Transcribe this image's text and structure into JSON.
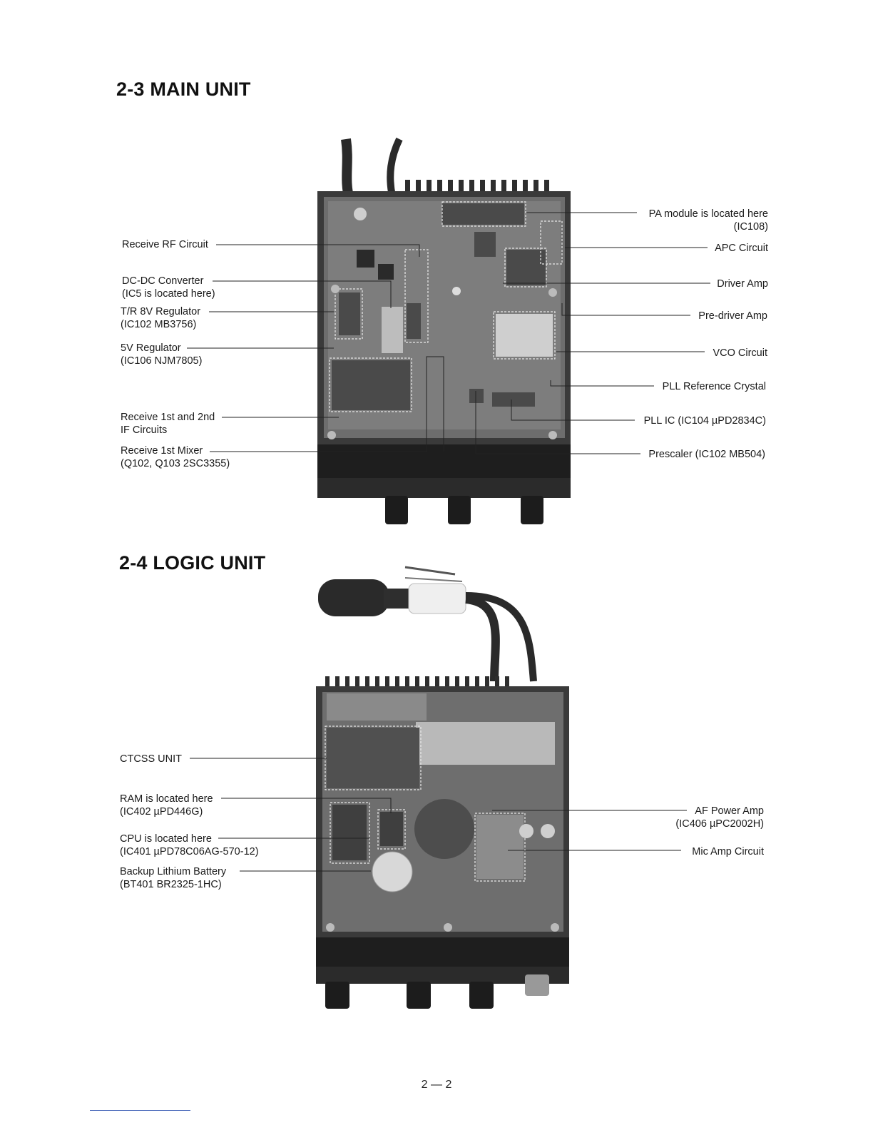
{
  "sections": [
    {
      "heading": "2-3 MAIN UNIT",
      "labels_left": [
        {
          "line1": "Receive RF Circuit",
          "line2": ""
        },
        {
          "line1": "DC-DC Converter",
          "line2": "(IC5 is located here)"
        },
        {
          "line1": "T/R 8V Regulator",
          "line2": "(IC102 MB3756)"
        },
        {
          "line1": "5V Regulator",
          "line2": "(IC106 NJM7805)"
        },
        {
          "line1": "Receive 1st and 2nd",
          "line2": "IF Circuits"
        },
        {
          "line1": "Receive 1st Mixer",
          "line2": "(Q102, Q103 2SC3355)"
        }
      ],
      "labels_right": [
        {
          "line1": "PA module is located here",
          "line2": "(IC108)"
        },
        {
          "line1": "APC Circuit",
          "line2": ""
        },
        {
          "line1": "Driver Amp",
          "line2": ""
        },
        {
          "line1": "Pre-driver Amp",
          "line2": ""
        },
        {
          "line1": "VCO Circuit",
          "line2": ""
        },
        {
          "line1": "PLL Reference Crystal",
          "line2": ""
        },
        {
          "line1": "PLL IC (IC104 µPD2834C)",
          "line2": ""
        },
        {
          "line1": "Prescaler (IC102 MB504)",
          "line2": ""
        }
      ]
    },
    {
      "heading": "2-4 LOGIC UNIT",
      "labels_left": [
        {
          "line1": "CTCSS UNIT",
          "line2": ""
        },
        {
          "line1": "RAM is located here",
          "line2": "(IC402 µPD446G)"
        },
        {
          "line1": "CPU is located here",
          "line2": "(IC401 µPD78C06AG-570-12)"
        },
        {
          "line1": "Backup Lithium Battery",
          "line2": "(BT401 BR2325-1HC)"
        }
      ],
      "labels_right": [
        {
          "line1": "AF Power Amp",
          "line2": "(IC406 µPC2002H)"
        },
        {
          "line1": "Mic Amp Circuit",
          "line2": ""
        }
      ]
    }
  ],
  "page_number": "2 — 2"
}
